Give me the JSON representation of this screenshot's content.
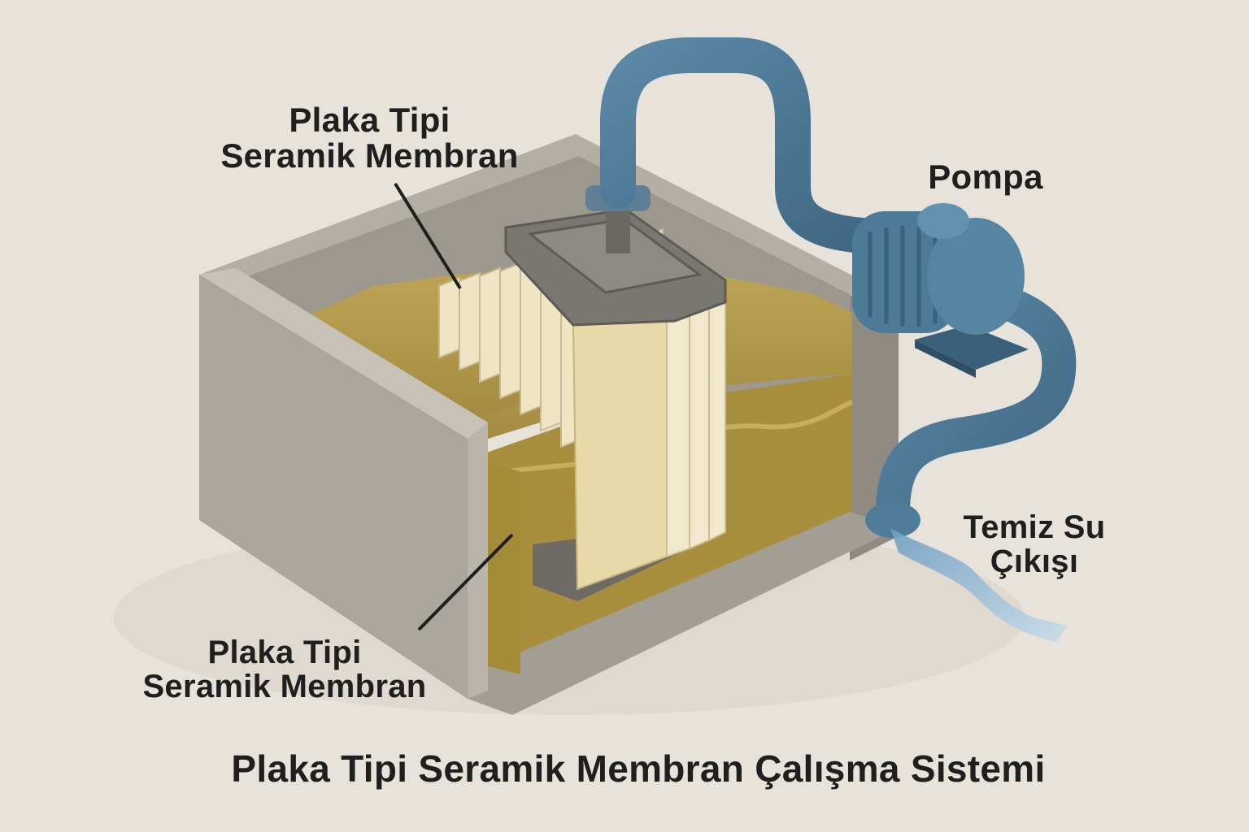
{
  "diagram": {
    "title": "Plaka Tipi Seramik Membran Çalışma Sistemi",
    "labels": {
      "membrane_top": [
        "Plaka Tipi",
        "Seramik Membran"
      ],
      "membrane_bottom": [
        "Plaka Tipi",
        "Seramik Membran"
      ],
      "pump": "Pompa",
      "outlet": [
        "Temiz Su",
        "Çıkışı"
      ]
    },
    "colors": {
      "background": "#e8e3da",
      "tank_concrete": "#a9a59b",
      "sludge": "#b39a45",
      "membrane_plate": "#efe4c3",
      "pipe": "#4d7a97",
      "clean_water": "#8fb9d6",
      "text": "#1f1f1f"
    }
  }
}
